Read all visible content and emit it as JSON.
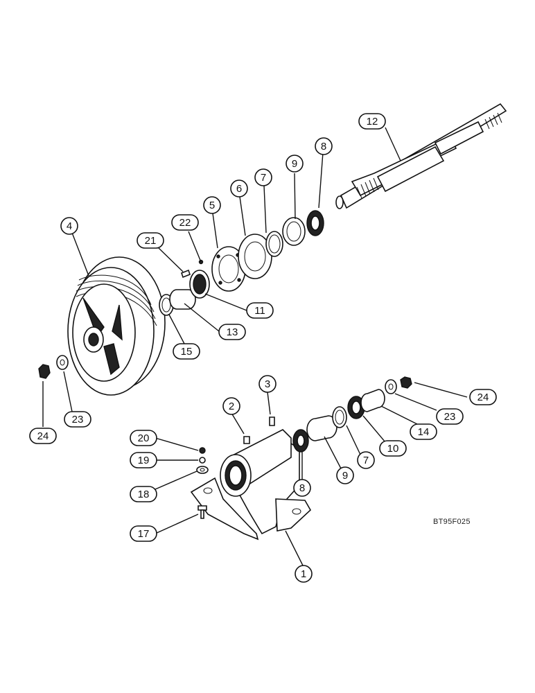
{
  "figure_code": "BT95F025",
  "callouts": [
    {
      "id": "c12",
      "label": "12"
    },
    {
      "id": "c8a",
      "label": "8"
    },
    {
      "id": "c9a",
      "label": "9"
    },
    {
      "id": "c7a",
      "label": "7"
    },
    {
      "id": "c6",
      "label": "6"
    },
    {
      "id": "c5",
      "label": "5"
    },
    {
      "id": "c22",
      "label": "22"
    },
    {
      "id": "c21",
      "label": "21"
    },
    {
      "id": "c4",
      "label": "4"
    },
    {
      "id": "c11",
      "label": "11"
    },
    {
      "id": "c13",
      "label": "13"
    },
    {
      "id": "c15",
      "label": "15"
    },
    {
      "id": "c3",
      "label": "3"
    },
    {
      "id": "c2",
      "label": "2"
    },
    {
      "id": "c24a",
      "label": "24"
    },
    {
      "id": "c23a",
      "label": "23"
    },
    {
      "id": "c24b",
      "label": "24"
    },
    {
      "id": "c23b",
      "label": "23"
    },
    {
      "id": "c14",
      "label": "14"
    },
    {
      "id": "c10",
      "label": "10"
    },
    {
      "id": "c7b",
      "label": "7"
    },
    {
      "id": "c9b",
      "label": "9"
    },
    {
      "id": "c8b",
      "label": "8"
    },
    {
      "id": "c20",
      "label": "20"
    },
    {
      "id": "c19",
      "label": "19"
    },
    {
      "id": "c18",
      "label": "18"
    },
    {
      "id": "c17",
      "label": "17"
    },
    {
      "id": "c1",
      "label": "1"
    }
  ]
}
